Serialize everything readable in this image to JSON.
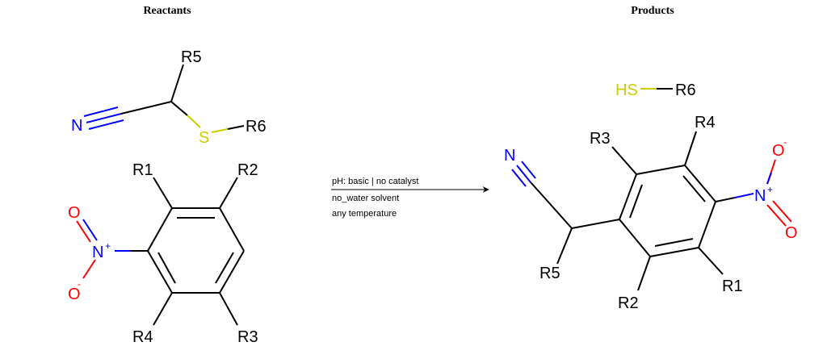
{
  "sections": {
    "reactants_title": "Reactants",
    "products_title": "Products"
  },
  "conditions": [
    "pH: basic | no catalyst",
    "no_water solvent",
    "any temperature"
  ],
  "labels": {
    "r1": "R1",
    "r2": "R2",
    "r3": "R3",
    "r4": "R4",
    "r5": "R5",
    "r6": "R6",
    "n": "N",
    "s": "S",
    "hs": "HS",
    "o": "O",
    "plus": "+",
    "minus": "-"
  },
  "colors": {
    "bond": "#000000",
    "nitrogen": "#0000ff",
    "oxygen": "#ff0000",
    "sulfur": "#cccc00"
  }
}
